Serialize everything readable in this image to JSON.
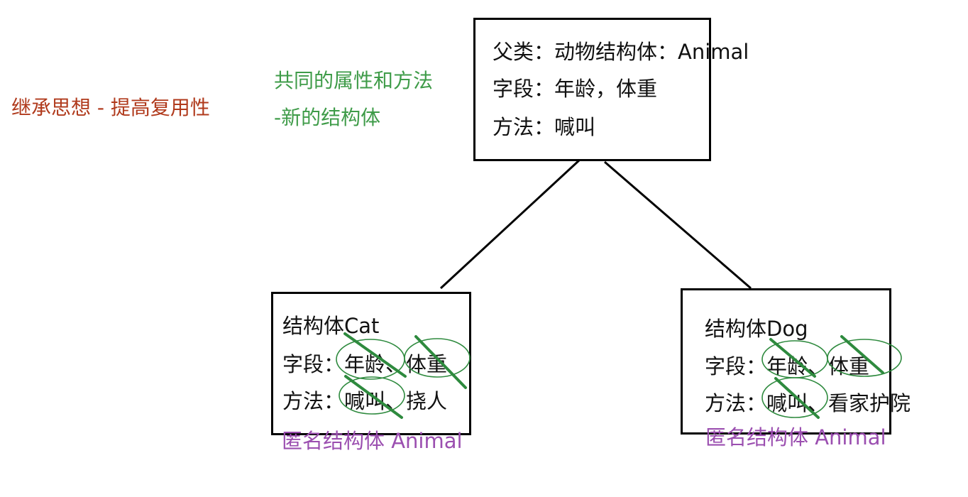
{
  "notes": {
    "inheritance": "继承思想 - 提高复用性",
    "common_line1": "共同的属性和方法",
    "common_line2": "-新的结构体"
  },
  "parent": {
    "title": "父类：动物结构体：Animal",
    "fields": "字段：年龄，体重",
    "methods": "方法：喊叫"
  },
  "cat": {
    "title": "结构体Cat",
    "fields_prefix": "字段：",
    "field1": "年龄",
    "sep1": "、",
    "field2": "体重",
    "methods_prefix": "方法：",
    "method1": "喊叫",
    "sep2": "、",
    "method2": "挠人",
    "anonymous": "匿名结构体 Animal"
  },
  "dog": {
    "title": "结构体Dog",
    "fields_prefix": "字段：",
    "field1": "年龄",
    "sep1": "、",
    "field2": "体重",
    "methods_prefix": "方法：",
    "method1": "喊叫",
    "sep2": "、",
    "method2": "看家护院",
    "anonymous": "匿名结构体 Animal"
  },
  "colors": {
    "red_note": "#b03a1c",
    "green_note": "#3e9b48",
    "purple_anon": "#9b4fb0",
    "strike_green": "#2e8a3e"
  }
}
